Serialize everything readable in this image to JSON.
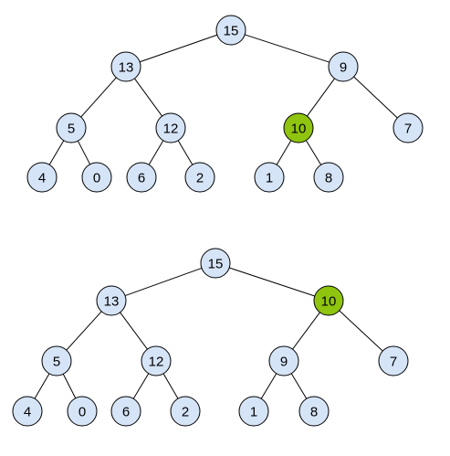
{
  "colors": {
    "node_fill": "#d6e4f7",
    "highlight_fill": "#8fc40f",
    "edge": "#000000"
  },
  "trees": [
    {
      "name": "heap-before",
      "nodes": [
        {
          "id": "a15",
          "label": "15"
        },
        {
          "id": "a13",
          "label": "13"
        },
        {
          "id": "a9",
          "label": "9"
        },
        {
          "id": "a5",
          "label": "5"
        },
        {
          "id": "a12",
          "label": "12"
        },
        {
          "id": "a10",
          "label": "10",
          "highlighted": true
        },
        {
          "id": "a7",
          "label": "7"
        },
        {
          "id": "a4",
          "label": "4"
        },
        {
          "id": "a0",
          "label": "0"
        },
        {
          "id": "a6",
          "label": "6"
        },
        {
          "id": "a2",
          "label": "2"
        },
        {
          "id": "a1",
          "label": "1"
        },
        {
          "id": "a8",
          "label": "8"
        }
      ],
      "edges": [
        [
          "a15",
          "a13"
        ],
        [
          "a15",
          "a9"
        ],
        [
          "a13",
          "a5"
        ],
        [
          "a13",
          "a12"
        ],
        [
          "a9",
          "a10"
        ],
        [
          "a9",
          "a7"
        ],
        [
          "a5",
          "a4"
        ],
        [
          "a5",
          "a0"
        ],
        [
          "a12",
          "a6"
        ],
        [
          "a12",
          "a2"
        ],
        [
          "a10",
          "a1"
        ],
        [
          "a10",
          "a8"
        ]
      ]
    },
    {
      "name": "heap-after",
      "nodes": [
        {
          "id": "b15",
          "label": "15"
        },
        {
          "id": "b13",
          "label": "13"
        },
        {
          "id": "b10",
          "label": "10",
          "highlighted": true
        },
        {
          "id": "b5",
          "label": "5"
        },
        {
          "id": "b12",
          "label": "12"
        },
        {
          "id": "b9",
          "label": "9"
        },
        {
          "id": "b7",
          "label": "7"
        },
        {
          "id": "b4",
          "label": "4"
        },
        {
          "id": "b0",
          "label": "0"
        },
        {
          "id": "b6",
          "label": "6"
        },
        {
          "id": "b2",
          "label": "2"
        },
        {
          "id": "b1",
          "label": "1"
        },
        {
          "id": "b8",
          "label": "8"
        }
      ],
      "edges": [
        [
          "b15",
          "b13"
        ],
        [
          "b15",
          "b10"
        ],
        [
          "b13",
          "b5"
        ],
        [
          "b13",
          "b12"
        ],
        [
          "b10",
          "b9"
        ],
        [
          "b10",
          "b7"
        ],
        [
          "b5",
          "b4"
        ],
        [
          "b5",
          "b0"
        ],
        [
          "b12",
          "b6"
        ],
        [
          "b12",
          "b2"
        ],
        [
          "b9",
          "b1"
        ],
        [
          "b9",
          "b8"
        ]
      ]
    }
  ]
}
